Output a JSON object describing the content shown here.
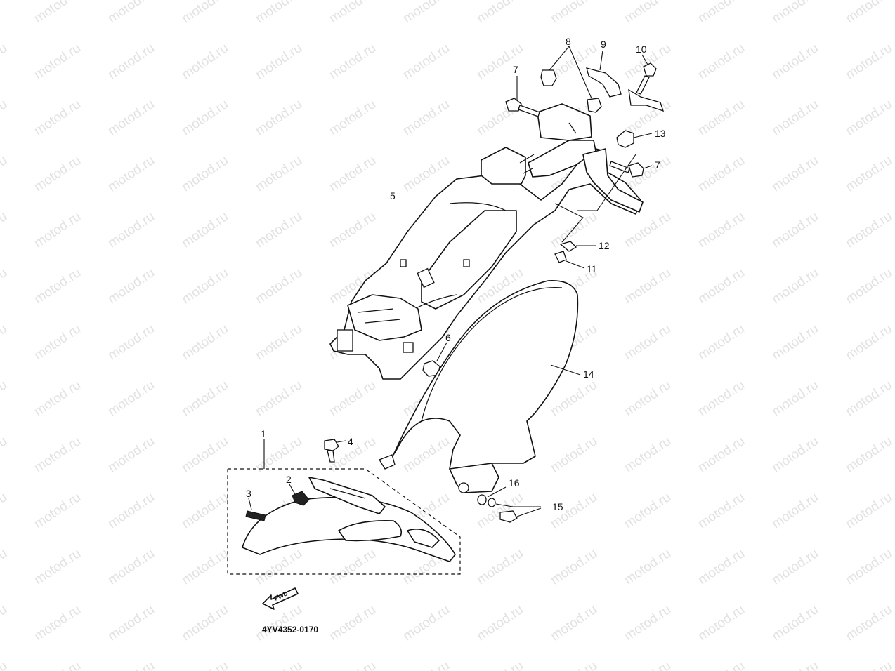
{
  "watermark": "motod.ru",
  "diagram": {
    "callouts": [
      {
        "id": "c1",
        "label": "1"
      },
      {
        "id": "c2",
        "label": "2"
      },
      {
        "id": "c3",
        "label": "3"
      },
      {
        "id": "c4",
        "label": "4"
      },
      {
        "id": "c5",
        "label": "5"
      },
      {
        "id": "c6",
        "label": "6"
      },
      {
        "id": "c7a",
        "label": "7"
      },
      {
        "id": "c7b",
        "label": "7"
      },
      {
        "id": "c8",
        "label": "8"
      },
      {
        "id": "c9",
        "label": "9"
      },
      {
        "id": "c10",
        "label": "10"
      },
      {
        "id": "c11",
        "label": "11"
      },
      {
        "id": "c12",
        "label": "12"
      },
      {
        "id": "c13",
        "label": "13"
      },
      {
        "id": "c14",
        "label": "14"
      },
      {
        "id": "c15",
        "label": "15"
      },
      {
        "id": "c16",
        "label": "16"
      }
    ],
    "fwd_label": "FWD",
    "part_number": "4YV4352-0170"
  }
}
